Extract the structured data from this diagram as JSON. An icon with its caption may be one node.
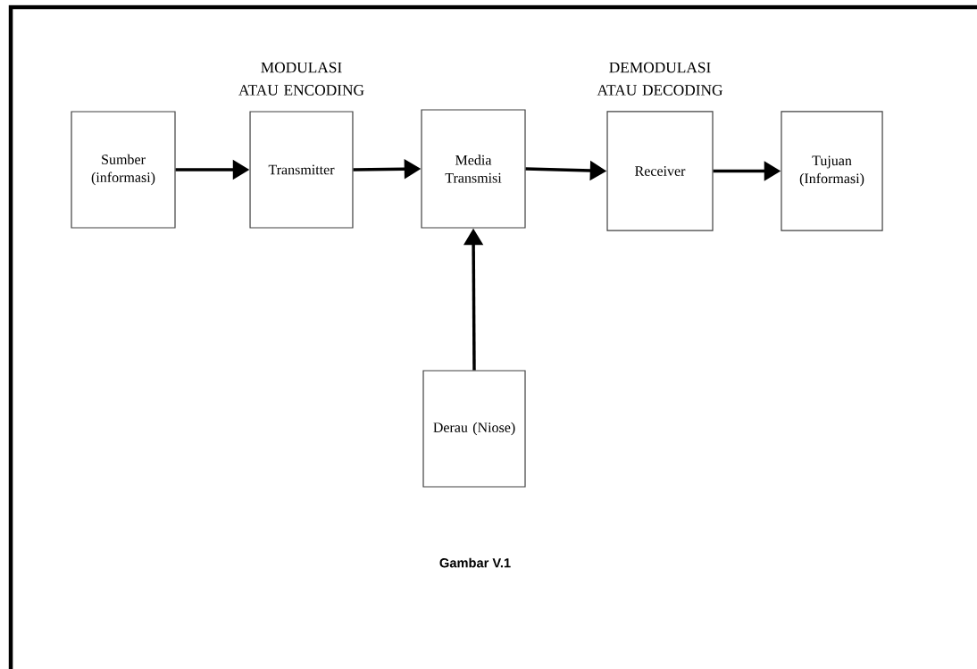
{
  "diagram": {
    "caption": "Gambar V.1",
    "nodes": [
      {
        "text": [
          "Sumber (informasi)"
        ]
      },
      {
        "text": [
          "MODULASI ATAU ENCODING",
          "Transmitter"
        ]
      },
      {
        "text": [
          "Media Transmisi"
        ]
      },
      {
        "text": [
          "DEMODULASI ATAU DECODING",
          "Receiver"
        ]
      },
      {
        "text": [
          "Tujuan (Informasi)"
        ]
      },
      {
        "text": [
          "Derau (Niose)"
        ]
      }
    ],
    "edges": [
      {
        "from": 0,
        "to": 1,
        "arrow": "to"
      },
      {
        "from": 1,
        "to": 2,
        "arrow": "to"
      },
      {
        "from": 2,
        "to": 3,
        "arrow": "to"
      },
      {
        "from": 3,
        "to": 4,
        "arrow": "to"
      },
      {
        "from": 5,
        "to": 2,
        "arrow": "to"
      }
    ]
  }
}
